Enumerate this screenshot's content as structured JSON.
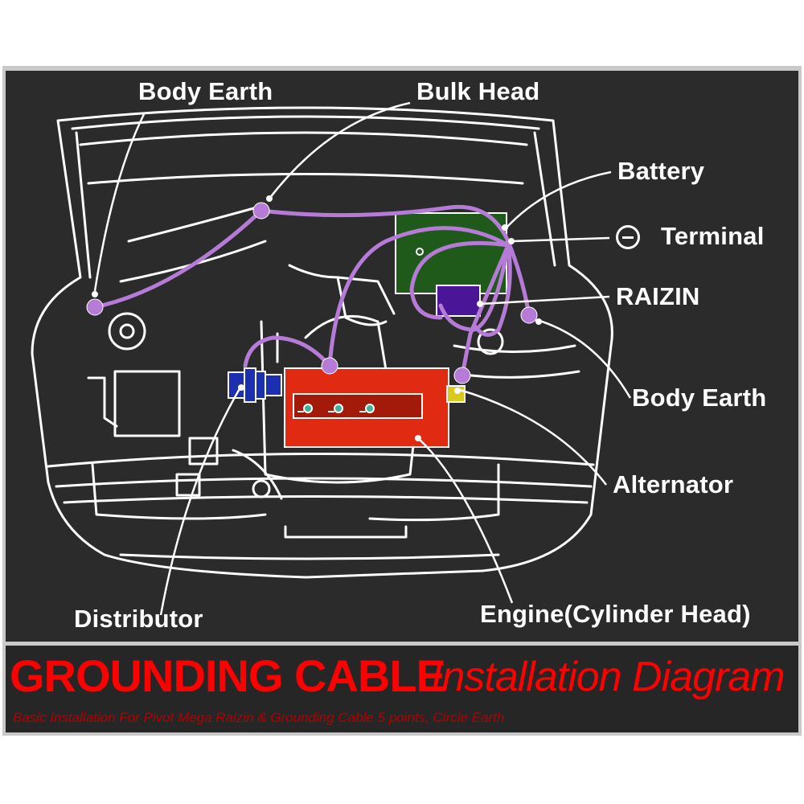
{
  "diagram": {
    "labels": {
      "body_earth_top": "Body Earth",
      "bulk_head": "Bulk Head",
      "battery": "Battery",
      "terminal": "Terminal",
      "raizin": "RAIZIN",
      "body_earth_right": "Body Earth",
      "alternator": "Alternator",
      "distributor": "Distributor",
      "engine": "Engine",
      "cylinder_head": "(Cylinder Head)"
    }
  },
  "banner": {
    "title_main": "GROUNDING CABLE",
    "title_sub": "Installation Diagram",
    "caption": "Basic Installation For Pivot Mega Raizin & Grounding Cable 5 points, Circle Earth"
  },
  "colors": {
    "background": "#2b2b2b",
    "outline": "#ffffff",
    "cable": "#b57bd6",
    "battery": "#1f5a1a",
    "raizin": "#4a1596",
    "cylinder_head": "#e02a12",
    "distributor": "#1c2fb0",
    "alternator": "#d8c820",
    "title": "#ff0000"
  }
}
